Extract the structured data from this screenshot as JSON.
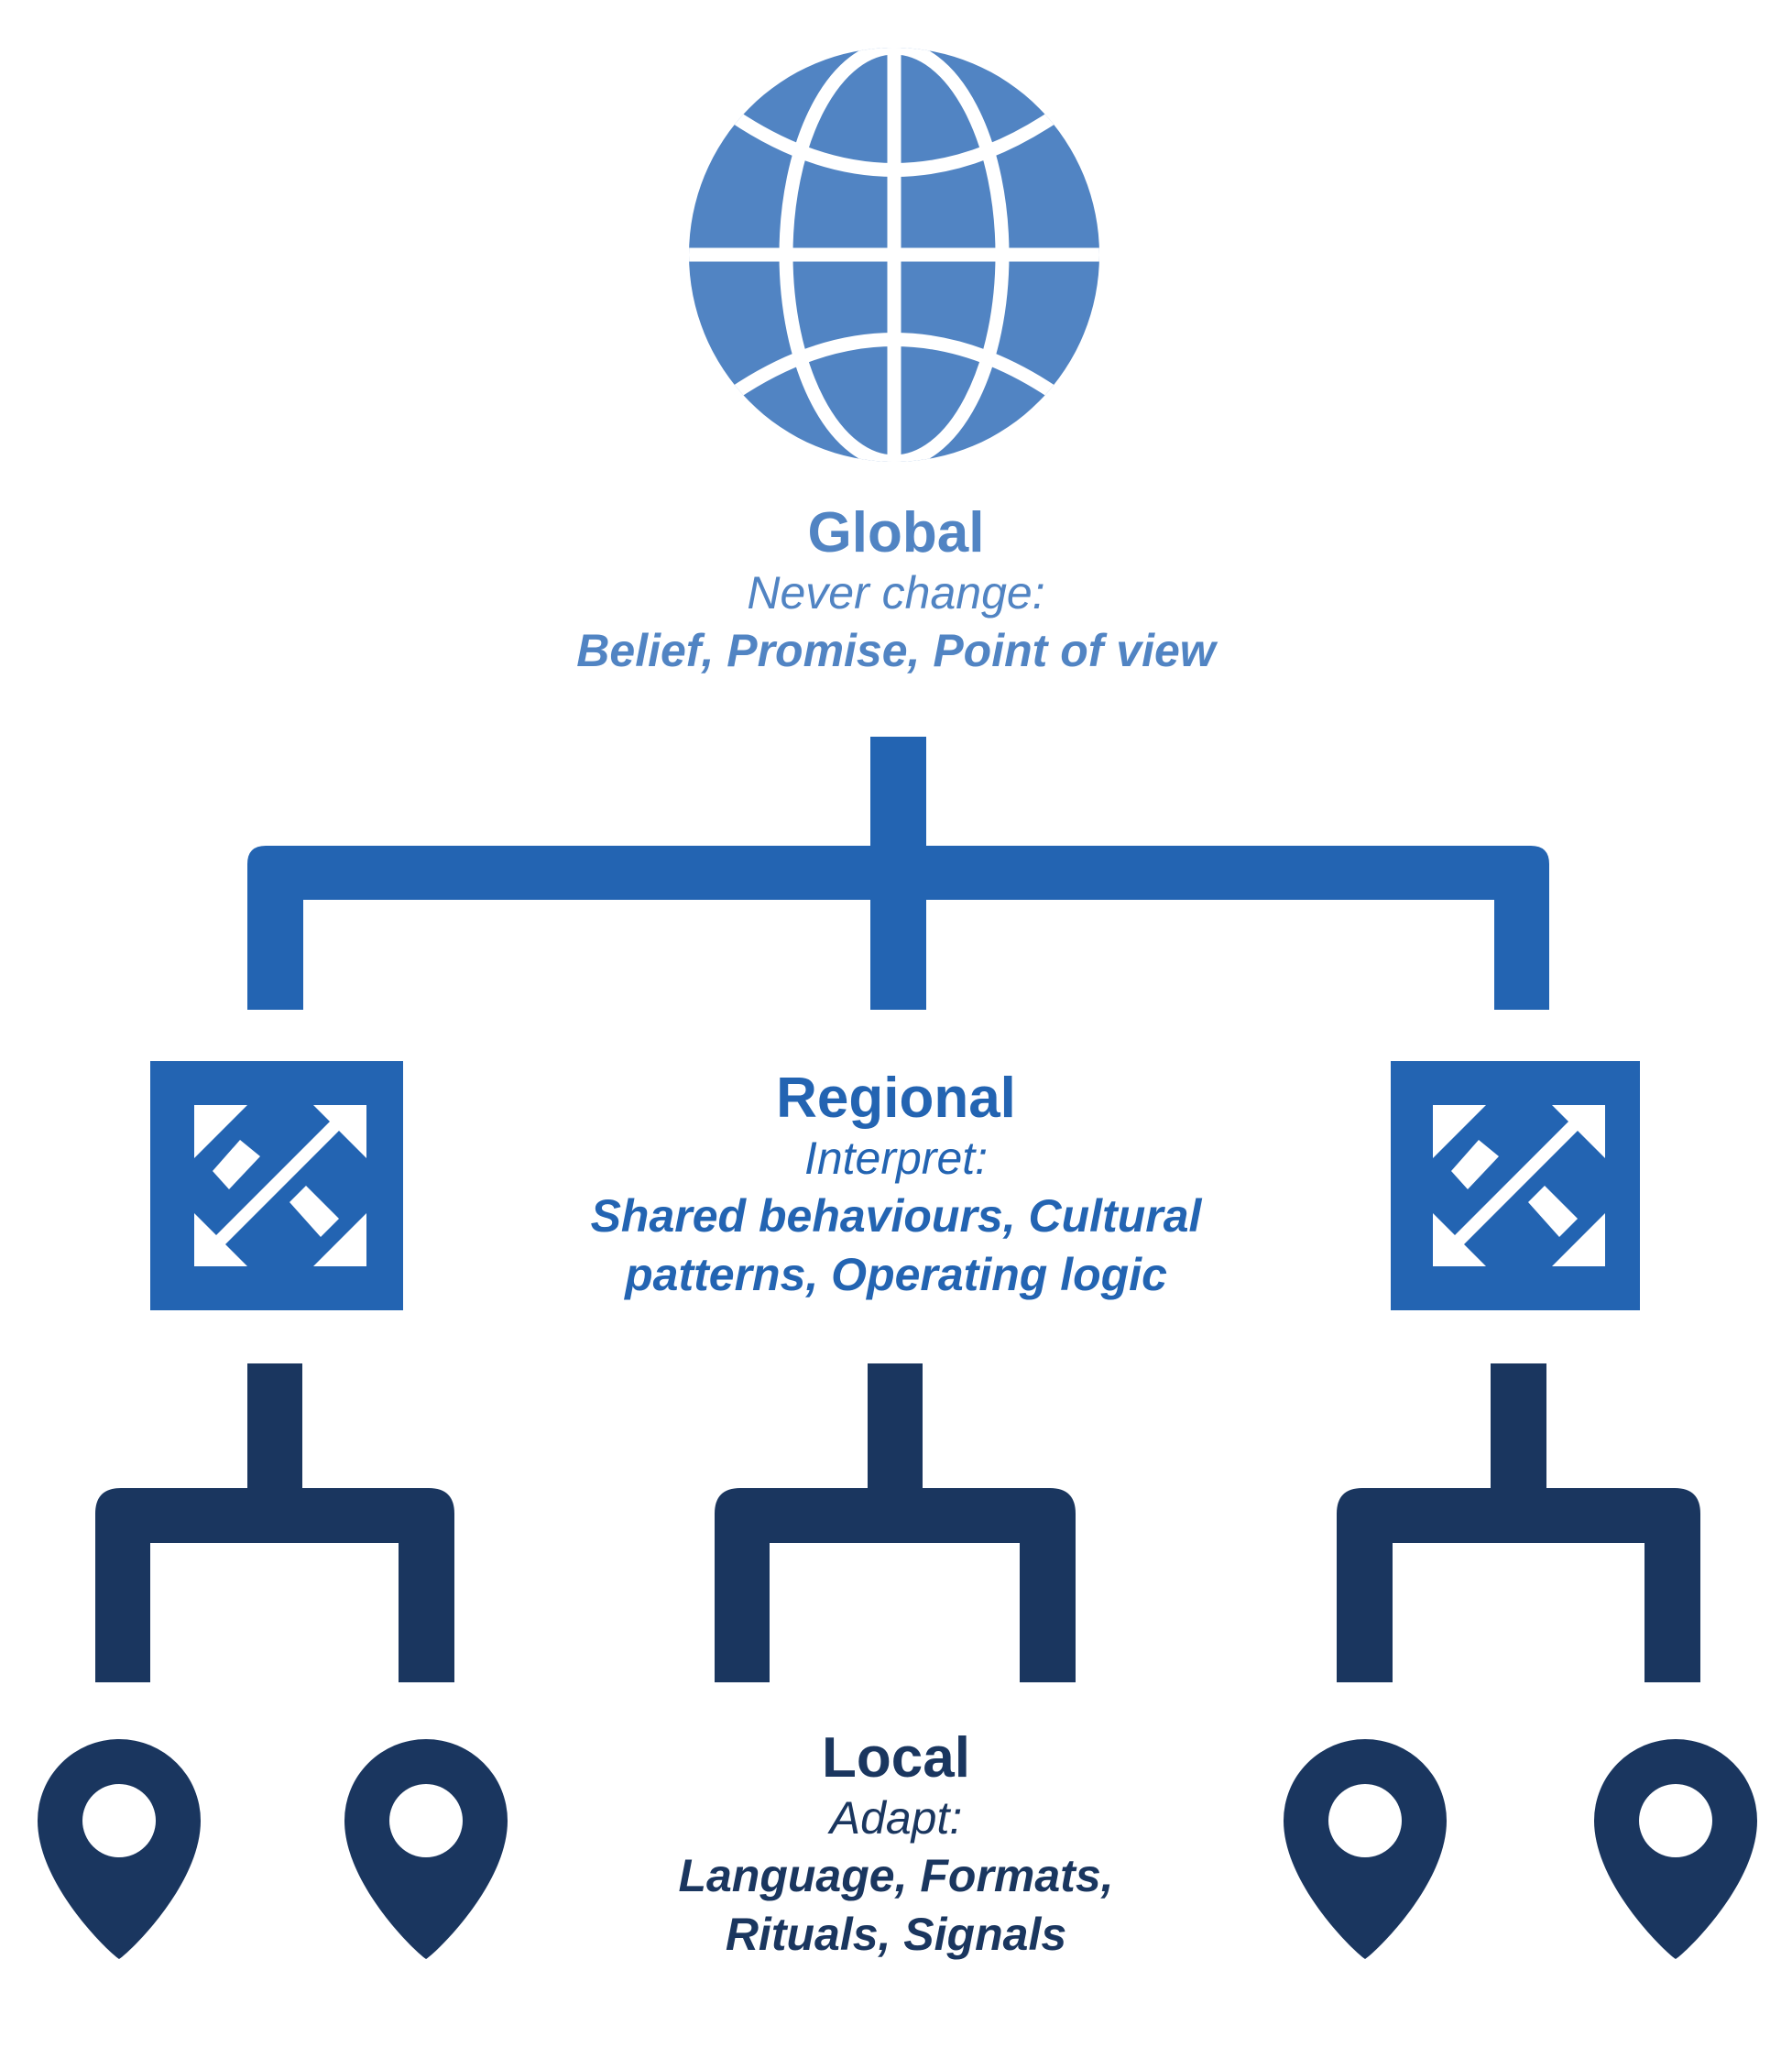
{
  "colors": {
    "global": "#5184C3",
    "regional": "#2364B2",
    "local": "#1A365F",
    "background": "#FFFFFF"
  },
  "tiers": {
    "global": {
      "icon": "globe-icon",
      "title": "Global",
      "subtitle": "Never change:",
      "items": "Belief, Promise, Point of view"
    },
    "regional": {
      "icon": "expand-arrows-icon",
      "icon_count": 2,
      "title": "Regional",
      "subtitle": "Interpret:",
      "items": "Shared behaviours, Cultural patterns, Operating logic"
    },
    "local": {
      "icon": "map-pin-icon",
      "icon_count": 4,
      "title": "Local",
      "subtitle": "Adapt:",
      "items": "Language, Formats, Rituals, Signals"
    }
  }
}
